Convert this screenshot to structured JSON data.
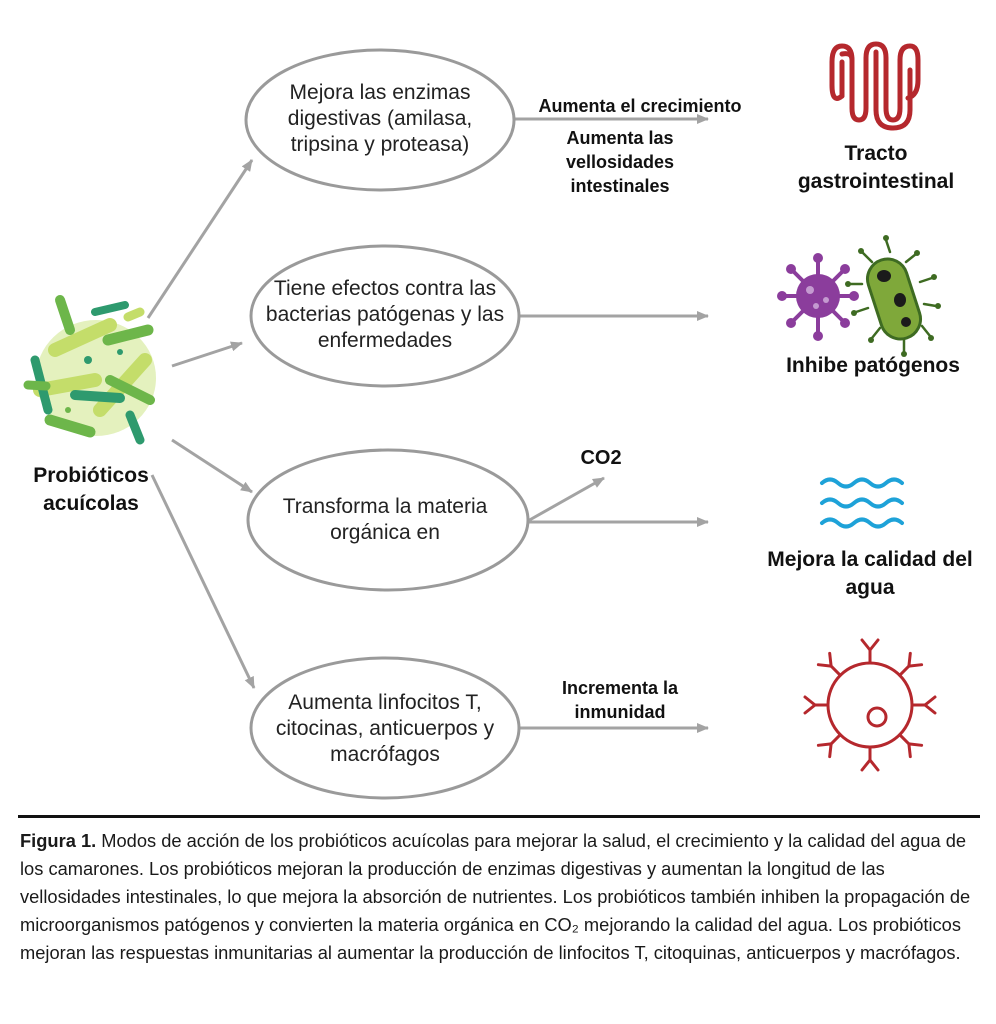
{
  "source": {
    "label": "Probióticos acuícolas"
  },
  "modes": [
    {
      "text": "Mejora las enzimas digestivas (amilasa, tripsina y proteasa)",
      "effect": "Aumenta el crecimiento",
      "effect2": "Aumenta las vellosidades intestinales",
      "target": "Tracto gastrointestinal",
      "icon": "intestine-icon"
    },
    {
      "text": "Tiene efectos contra las bacterias patógenas y las enfermedades",
      "target": "Inhibe patógenos",
      "icon": "pathogens-icon"
    },
    {
      "text": "Transforma la materia orgánica en",
      "product": "CO2",
      "target": "Mejora la calidad del agua",
      "icon": "water-waves-icon"
    },
    {
      "text": "Aumenta linfocitos T, citocinas, anticuerpos y macrófagos",
      "effect": "Incrementa la inmunidad",
      "icon": "immune-cell-icon"
    }
  ],
  "caption": {
    "figure_label": "Figura 1.",
    "text": "Modos de acción de los probióticos acuícolas para mejorar la salud, el crecimiento y la calidad del agua de los camarones. Los probióticos mejoran la producción de enzimas digestivas y aumentan la longitud de las vellosidades intestinales, lo que mejora la absorción de nutrientes. Los probióticos también inhiben la propagación de microorganismos patógenos y convierten la materia orgánica en CO₂ mejorando la calidad del agua. Los probióticos mejoran las respuestas inmunitarias al aumentar la producción de linfocitos T, citoquinas, anticuerpos y macrófagos."
  },
  "colors": {
    "arrow": "#a3a3a3",
    "oval": "#9a9a9a",
    "bacteria_light": "#c4dd6a",
    "bacteria_mid": "#6db64a",
    "bacteria_dark": "#2e9a6e",
    "intestine": "#b5282d",
    "virus": "#8b3d9c",
    "bacillus": "#7fa83a",
    "water": "#1ea2d8",
    "immune": "#b5282d"
  }
}
